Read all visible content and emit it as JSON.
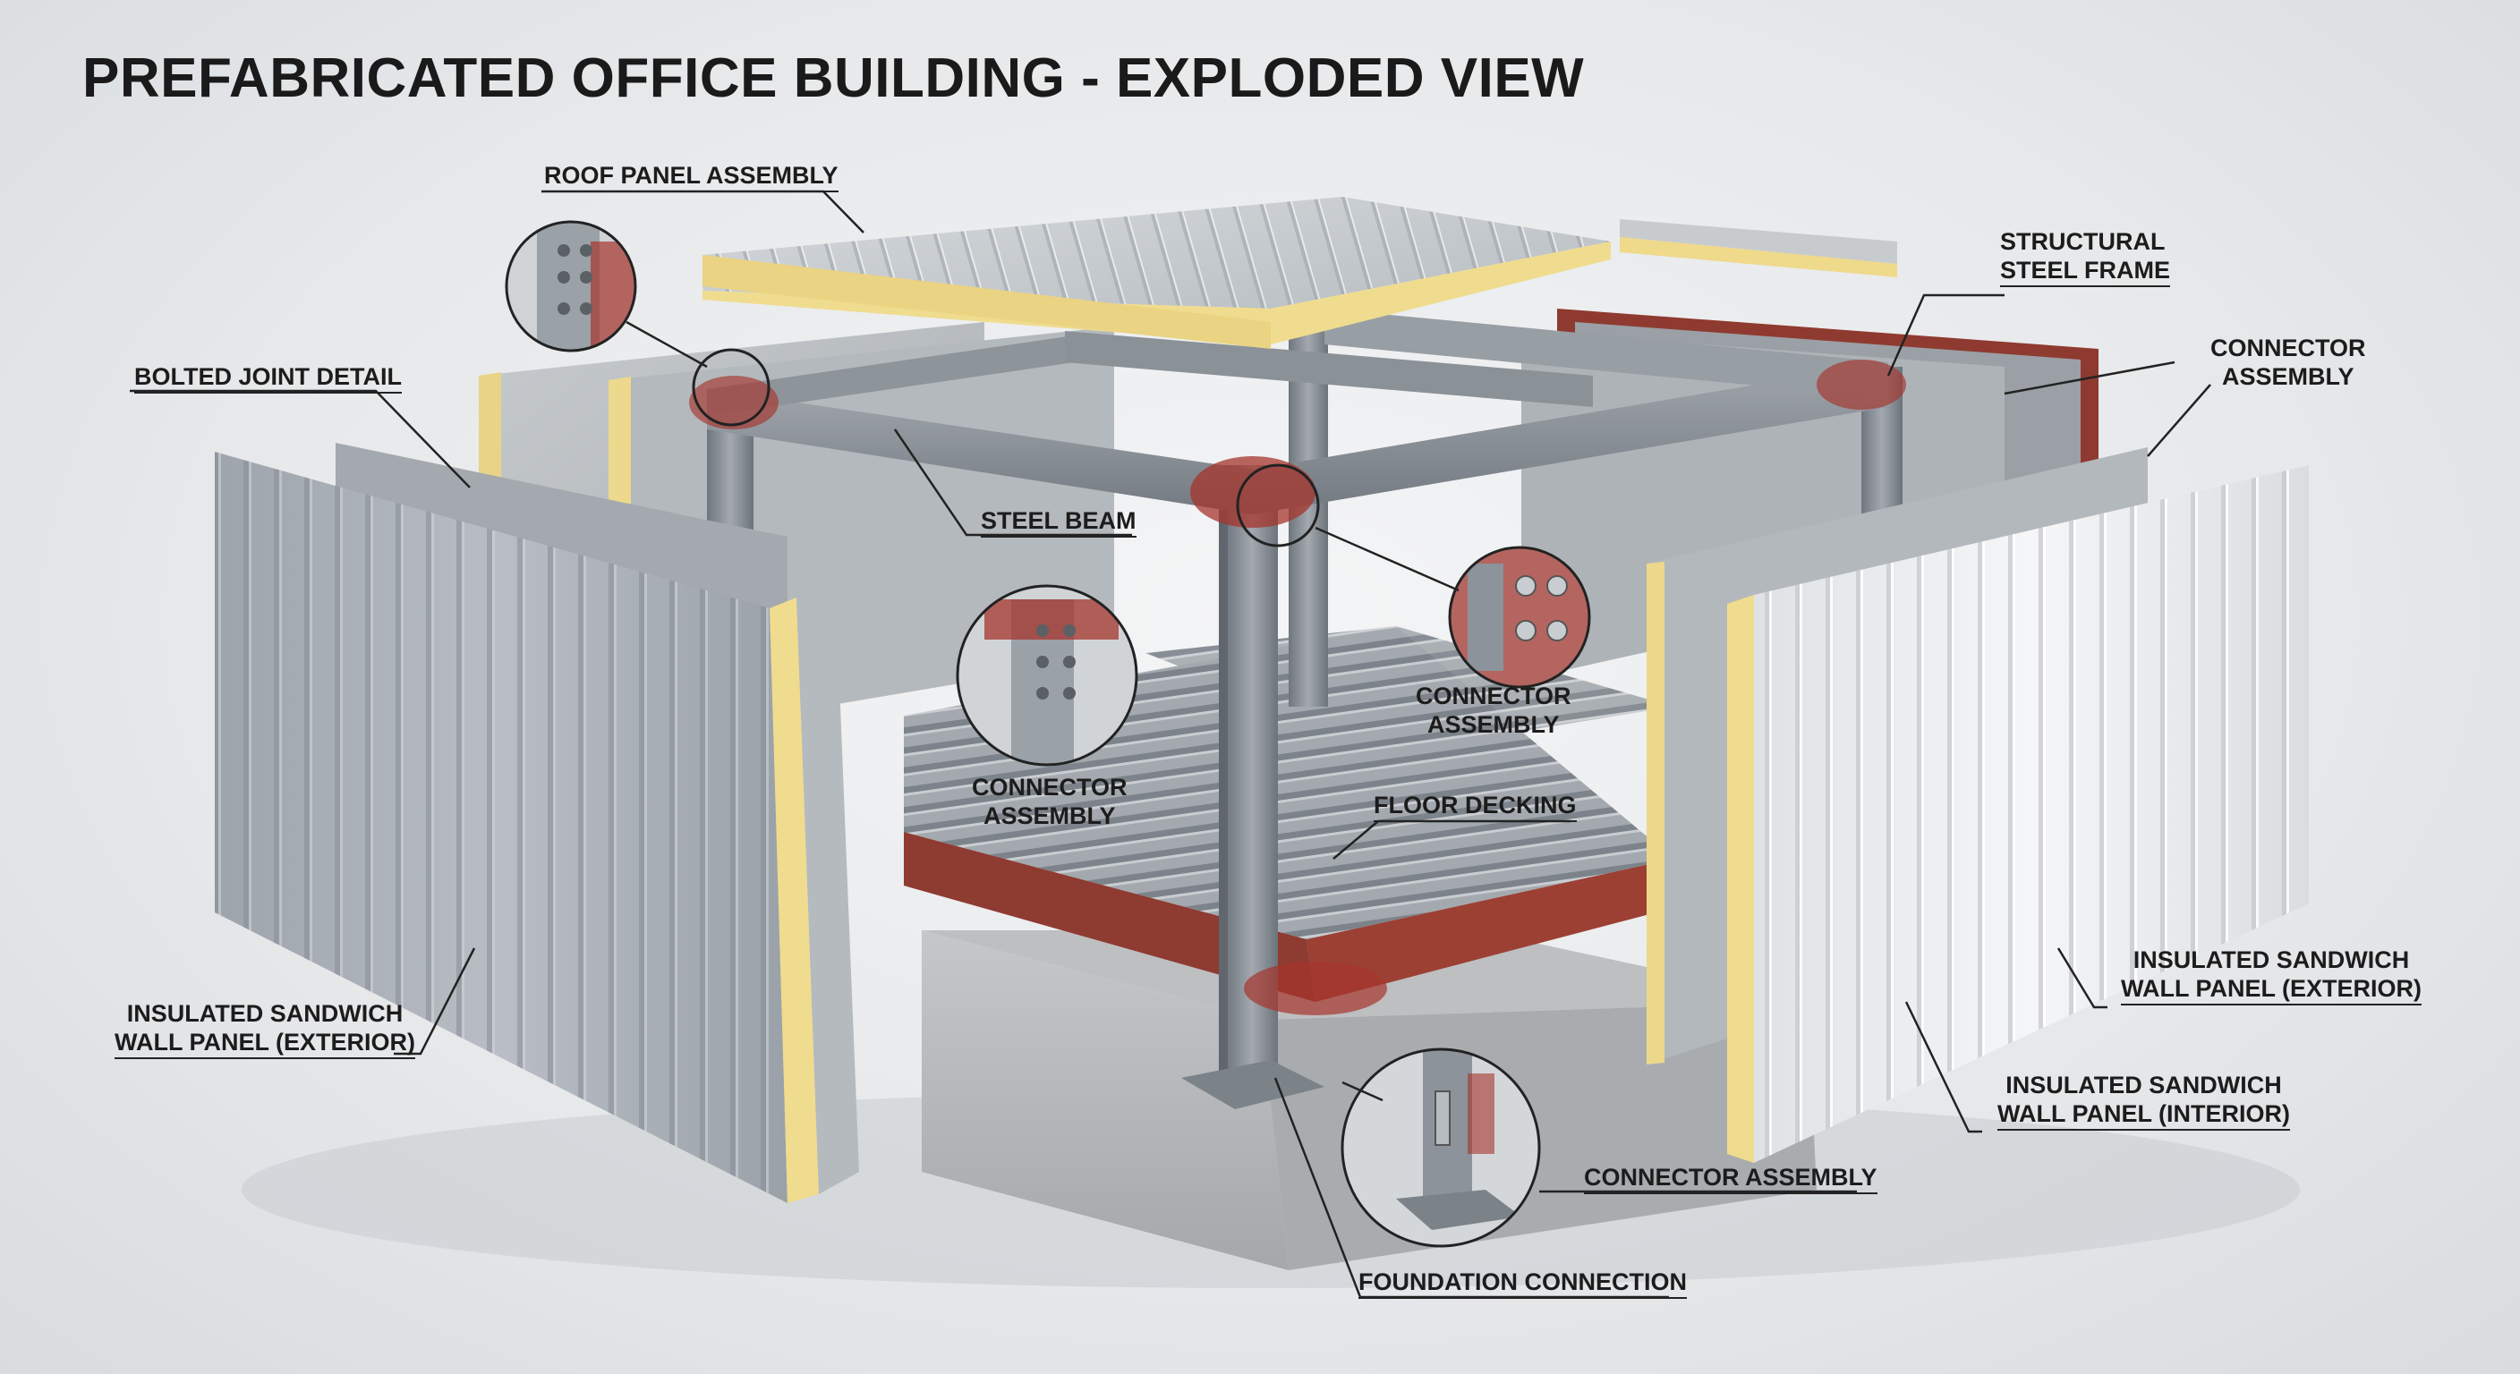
{
  "title": "PREFABRICATED OFFICE BUILDING - EXPLODED VIEW",
  "labels": {
    "roof_panel": "ROOF PANEL ASSEMBLY",
    "structural_frame": [
      "STRUCTURAL",
      "STEEL FRAME"
    ],
    "connector_top_right": [
      "CONNECTOR",
      "ASSEMBLY"
    ],
    "bolted_joint": "BOLTED JOINT DETAIL",
    "steel_beam": "STEEL BEAM",
    "connector_center": [
      "CONNECTOR",
      "ASSEMBLY"
    ],
    "connector_left": [
      "CONNECTOR",
      "ASSEMBLY"
    ],
    "floor_decking": "FLOOR DECKING",
    "wall_exterior_left": [
      "INSULATED SANDWICH",
      "WALL PANEL (EXTERIOR)"
    ],
    "wall_exterior_right": [
      "INSULATED SANDWICH",
      "WALL PANEL (EXTERIOR)"
    ],
    "wall_interior_right": [
      "INSULATED SANDWICH",
      "WALL PANEL (INTERIOR)"
    ],
    "connector_bottom": "CONNECTOR ASSEMBLY",
    "foundation": "FOUNDATION CONNECTION"
  },
  "colors": {
    "steel": "#8c939a",
    "rust": "#a6342c",
    "insulation": "#f0dc8e",
    "panel_grey": "#aab0b7",
    "panel_white": "#eef0f1",
    "concrete": "#b9bbbd"
  }
}
